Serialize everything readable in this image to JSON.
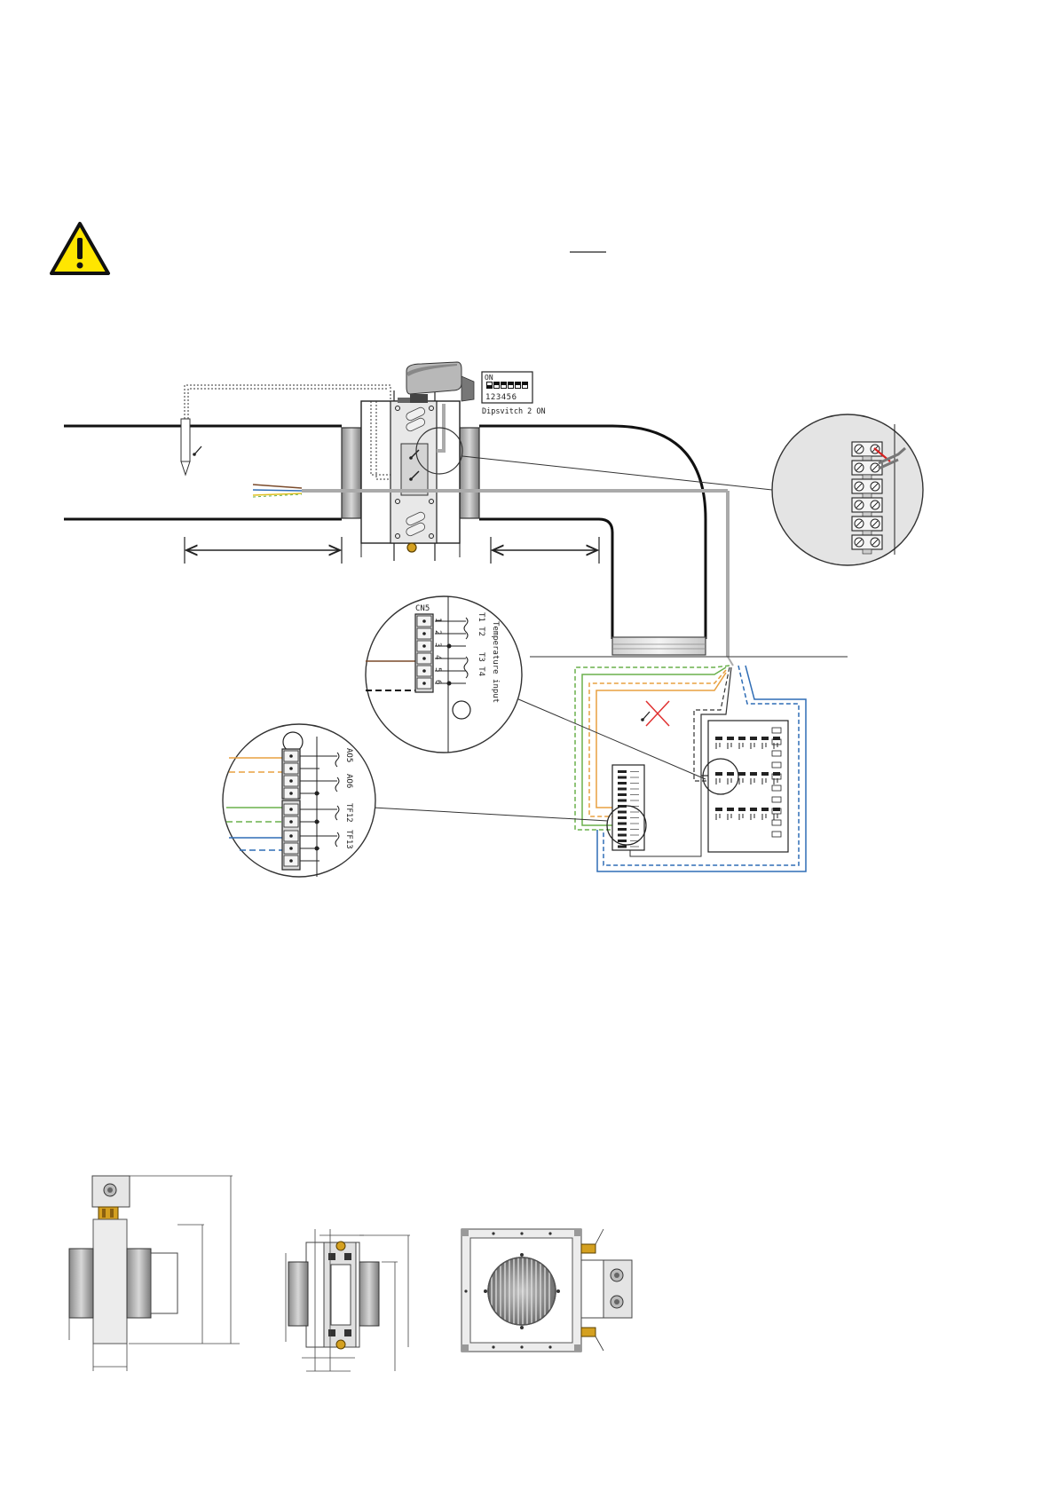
{
  "dipswitch": {
    "on_label": "ON",
    "numbers": "123456",
    "caption": "Dipsvitch 2 ON"
  },
  "cn5": {
    "title": "CN5",
    "pins": [
      "1",
      "2",
      "3",
      "4",
      "5",
      "6"
    ],
    "t12": "T1 T2",
    "t34": "T3 T4",
    "caption": "Temperature input"
  },
  "ao_panel": {
    "ao5": "AO5",
    "ao6": "AO6",
    "tf12": "TF12",
    "tf13": "TF13"
  },
  "colors": {
    "wire_orange": "#e8a040",
    "wire_green": "#6ab04c",
    "wire_blue": "#2f6db5",
    "wire_brown": "#7a4a2a",
    "wire_red": "#d62020",
    "wire_yellow": "#e0c020",
    "warning_yellow": "#ffe600",
    "cross_red": "#e03030"
  },
  "icons": [
    "warning-icon",
    "temperature-sensor-icon",
    "dip-switch-icon",
    "flange-connector-icon"
  ]
}
